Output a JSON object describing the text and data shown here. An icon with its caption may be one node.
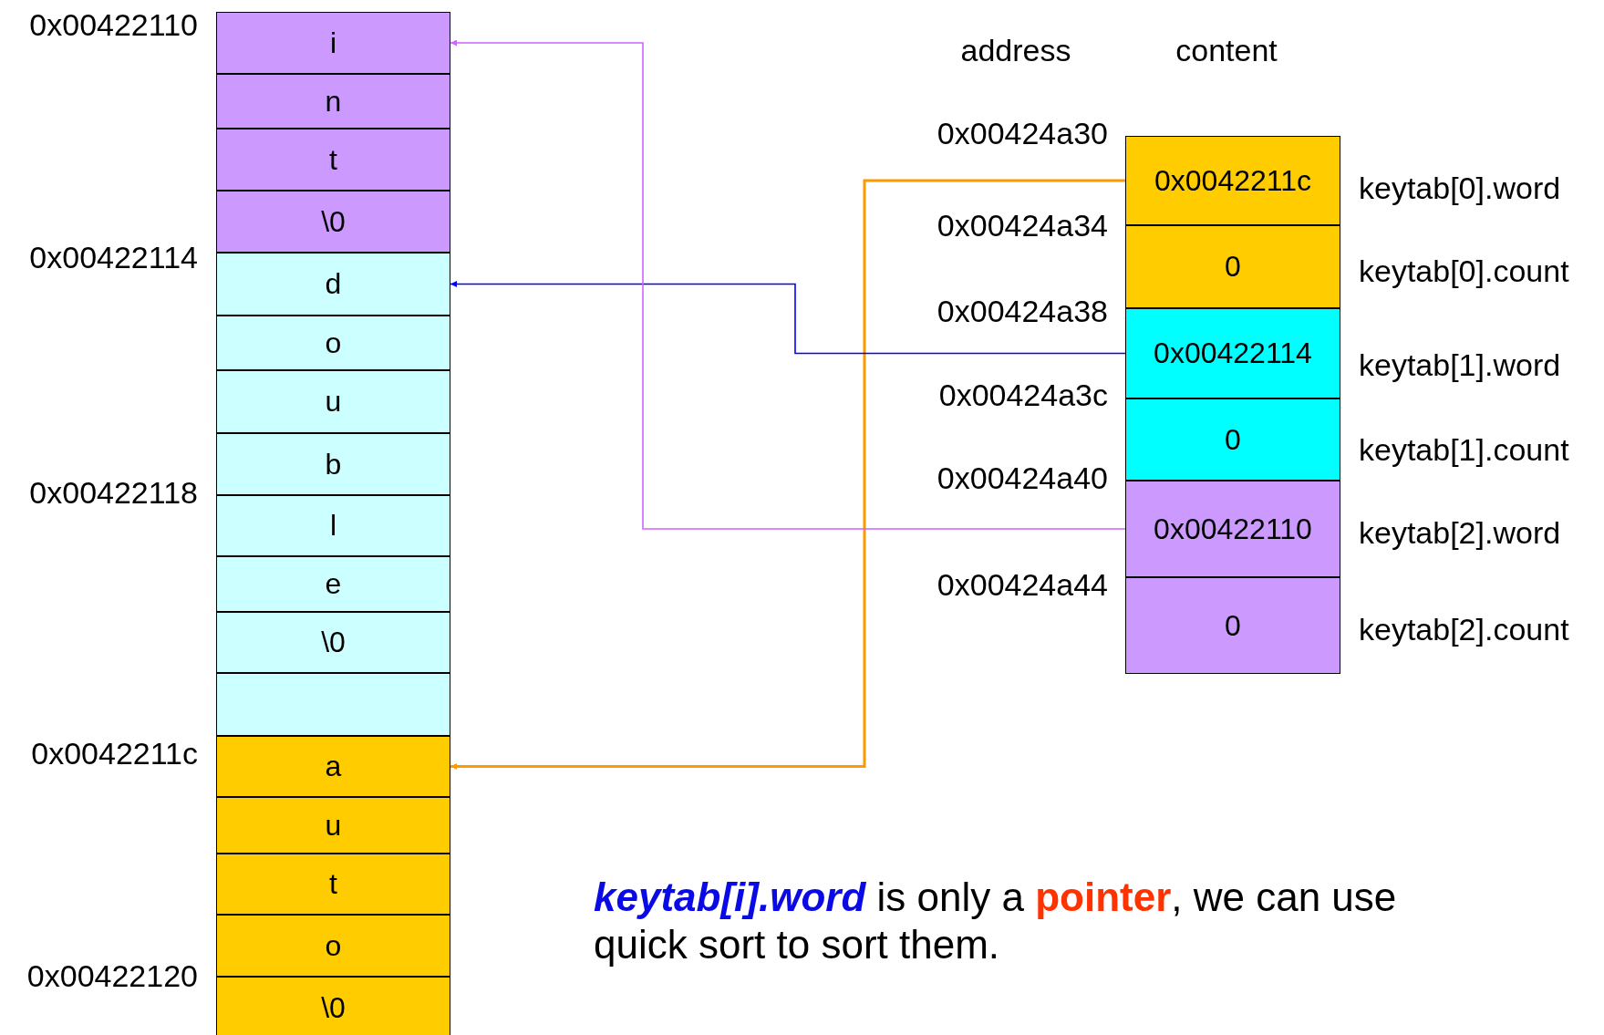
{
  "diagram": {
    "nodes": [
      {
        "text": [
          "i"
        ]
      },
      {
        "text": [
          "n"
        ]
      },
      {
        "text": [
          "t"
        ]
      },
      {
        "text": [
          "\\0"
        ]
      },
      {
        "text": [
          "d"
        ]
      },
      {
        "text": [
          "o"
        ]
      },
      {
        "text": [
          "u"
        ]
      },
      {
        "text": [
          "b"
        ]
      },
      {
        "text": [
          "l"
        ]
      },
      {
        "text": [
          "e"
        ]
      },
      {
        "text": [
          "\\0"
        ]
      },
      {
        "text": [],
        "shape": "box"
      },
      {
        "text": [
          "a"
        ]
      },
      {
        "text": [
          "u"
        ]
      },
      {
        "text": [
          "t"
        ]
      },
      {
        "text": [
          "o"
        ]
      },
      {
        "text": [
          "\\0"
        ]
      },
      {
        "text": [
          "0x0042211c"
        ]
      },
      {
        "text": [
          "0"
        ]
      },
      {
        "text": [
          "0x00422114"
        ]
      },
      {
        "text": [
          "0"
        ]
      },
      {
        "text": [
          "0x00422110"
        ]
      },
      {
        "text": [
          "0"
        ]
      }
    ],
    "edges": [
      {
        "from": 17,
        "to": 12,
        "arrow": "to",
        "color": "#ff9900"
      },
      {
        "from": 19,
        "to": 4,
        "arrow": "to",
        "color": "#0000ff"
      },
      {
        "from": 21,
        "to": 0,
        "arrow": "to",
        "color": "#cc66ff"
      }
    ],
    "labels": [
      "0x00422110",
      "0x00422114",
      "0x00422118",
      "0x0042211c",
      "0x00422120",
      "address",
      "content",
      "0x00424a30",
      "0x00424a34",
      "0x00424a38",
      "0x00424a3c",
      "0x00424a40",
      "0x00424a44",
      "keytab[0].word",
      "keytab[0].count",
      "keytab[1].word",
      "keytab[1].count",
      "keytab[2].word",
      "keytab[2].count",
      "*keytab[i].word* is only a **pointer**, we can use quick sort to sort them."
    ]
  }
}
